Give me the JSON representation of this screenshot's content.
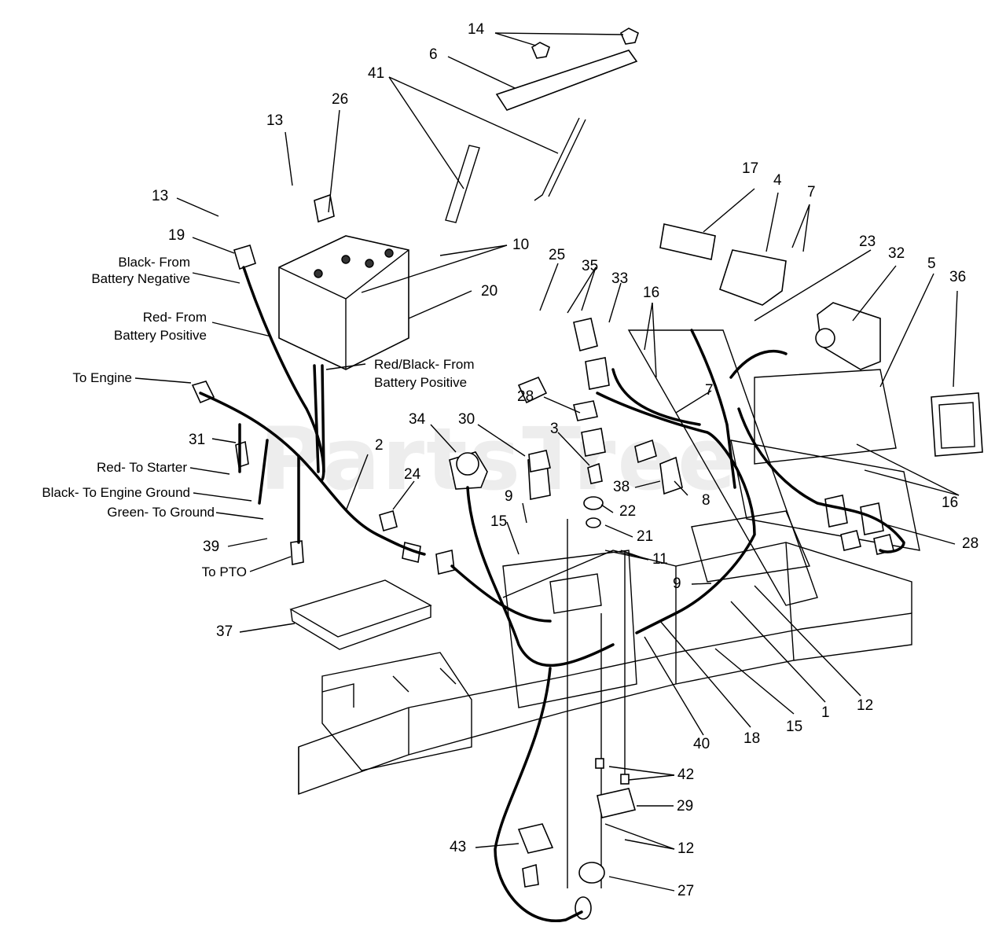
{
  "watermark": "PartsTree",
  "labels": {
    "p14": "14",
    "p6": "6",
    "p41": "41",
    "p26": "26",
    "p13a": "13",
    "p13b": "13",
    "p19": "19",
    "p10": "10",
    "p20": "20",
    "p17": "17",
    "p4": "4",
    "p7a": "7",
    "p23": "23",
    "p32": "32",
    "p5": "5",
    "p36": "36",
    "p25": "25",
    "p35": "35",
    "p33": "33",
    "p16a": "16",
    "p7b": "7",
    "p28a": "28",
    "p34": "34",
    "p30": "30",
    "p3": "3",
    "p2": "2",
    "p24": "24",
    "p31": "31",
    "p9a": "9",
    "p15a": "15",
    "p22": "22",
    "p38": "38",
    "p8": "8",
    "p16b": "16",
    "p21": "21",
    "p11": "11",
    "p28b": "28",
    "p39": "39",
    "p9b": "9",
    "p37": "37",
    "p12a": "12",
    "p1": "1",
    "p15b": "15",
    "p18": "18",
    "p40": "40",
    "p42": "42",
    "p29": "29",
    "p43": "43",
    "p12b": "12",
    "p27": "27"
  },
  "descriptions": {
    "black_neg_1": "Black- From",
    "black_neg_2": "Battery Negative",
    "red_pos_1": "Red- From",
    "red_pos_2": "Battery Positive",
    "redblack_pos_1": "Red/Black- From",
    "redblack_pos_2": "Battery Positive",
    "to_engine": "To Engine",
    "red_starter": "Red- To Starter",
    "black_engine_ground": "Black- To Engine Ground",
    "green_ground": "Green- To Ground",
    "to_pto": "To PTO"
  }
}
